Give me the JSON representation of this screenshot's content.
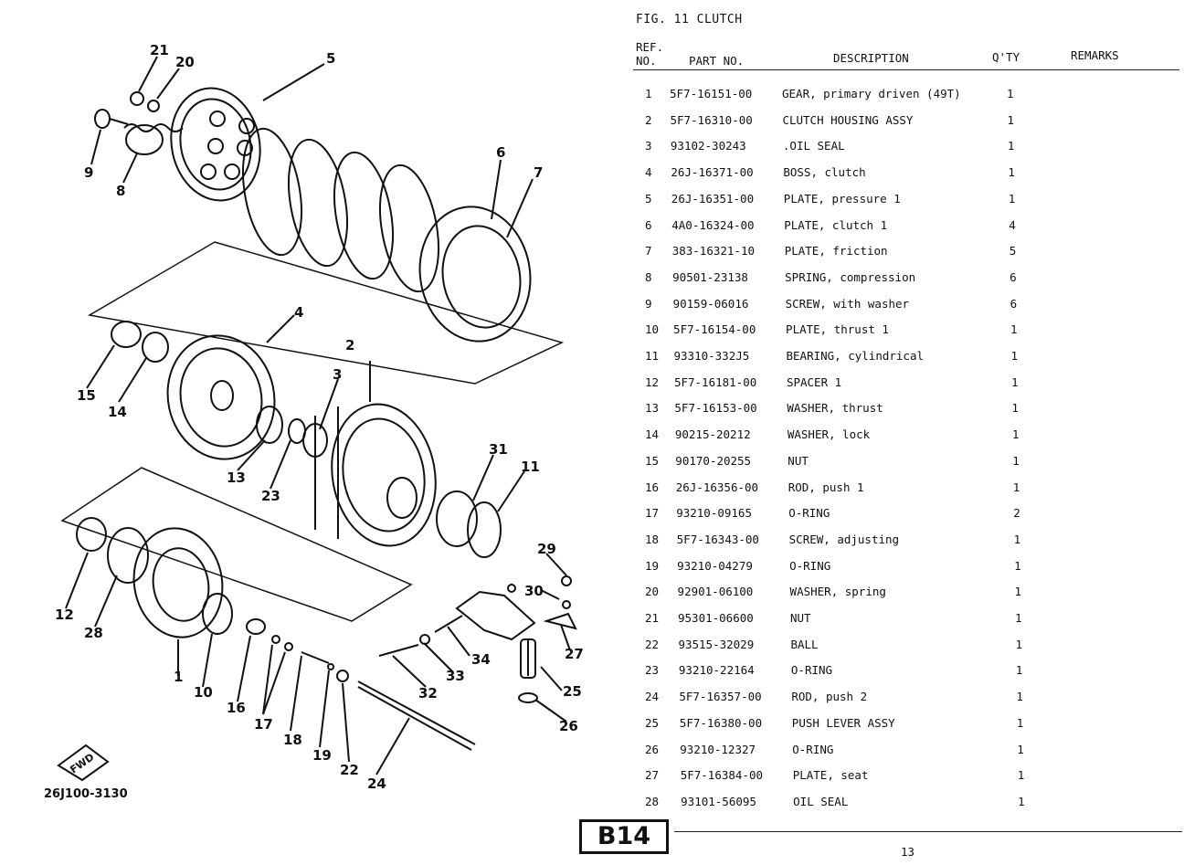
{
  "figure_title": "FIG. 11  CLUTCH",
  "drawing_code": "26J100-3130",
  "page_badge": "B14",
  "page_number": "13",
  "headers": {
    "ref": "REF.",
    "no": "NO.",
    "part_no": "PART NO.",
    "description": "DESCRIPTION",
    "qty": "Q'TY",
    "remarks": "REMARKS"
  },
  "fwd_label": "FWD",
  "callouts": [
    "1",
    "2",
    "3",
    "4",
    "5",
    "6",
    "7",
    "8",
    "9",
    "10",
    "11",
    "12",
    "13",
    "14",
    "15",
    "16",
    "17",
    "18",
    "19",
    "20",
    "21",
    "22",
    "23",
    "24",
    "25",
    "26",
    "27",
    "28",
    "29",
    "30",
    "31",
    "32",
    "33",
    "34"
  ],
  "parts": [
    {
      "ref": "1",
      "part_no": "5F7-16151-00",
      "description": "GEAR, primary driven (49T)",
      "qty": "1",
      "remarks": ""
    },
    {
      "ref": "2",
      "part_no": "5F7-16310-00",
      "description": "CLUTCH HOUSING ASSY",
      "qty": "1",
      "remarks": ""
    },
    {
      "ref": "3",
      "part_no": "93102-30243",
      "description": ".OIL SEAL",
      "qty": "1",
      "remarks": ""
    },
    {
      "ref": "4",
      "part_no": "26J-16371-00",
      "description": "BOSS, clutch",
      "qty": "1",
      "remarks": ""
    },
    {
      "ref": "5",
      "part_no": "26J-16351-00",
      "description": "PLATE, pressure 1",
      "qty": "1",
      "remarks": ""
    },
    {
      "ref": "6",
      "part_no": "4A0-16324-00",
      "description": "PLATE, clutch 1",
      "qty": "4",
      "remarks": ""
    },
    {
      "ref": "7",
      "part_no": "383-16321-10",
      "description": "PLATE, friction",
      "qty": "5",
      "remarks": ""
    },
    {
      "ref": "8",
      "part_no": "90501-23138",
      "description": "SPRING, compression",
      "qty": "6",
      "remarks": ""
    },
    {
      "ref": "9",
      "part_no": "90159-06016",
      "description": "SCREW, with washer",
      "qty": "6",
      "remarks": ""
    },
    {
      "ref": "10",
      "part_no": "5F7-16154-00",
      "description": "PLATE, thrust 1",
      "qty": "1",
      "remarks": ""
    },
    {
      "ref": "11",
      "part_no": "93310-332J5",
      "description": "BEARING, cylindrical",
      "qty": "1",
      "remarks": ""
    },
    {
      "ref": "12",
      "part_no": "5F7-16181-00",
      "description": "SPACER 1",
      "qty": "1",
      "remarks": ""
    },
    {
      "ref": "13",
      "part_no": "5F7-16153-00",
      "description": "WASHER, thrust",
      "qty": "1",
      "remarks": ""
    },
    {
      "ref": "14",
      "part_no": "90215-20212",
      "description": "WASHER, lock",
      "qty": "1",
      "remarks": ""
    },
    {
      "ref": "15",
      "part_no": "90170-20255",
      "description": "NUT",
      "qty": "1",
      "remarks": ""
    },
    {
      "ref": "16",
      "part_no": "26J-16356-00",
      "description": "ROD, push 1",
      "qty": "1",
      "remarks": ""
    },
    {
      "ref": "17",
      "part_no": "93210-09165",
      "description": "O-RING",
      "qty": "2",
      "remarks": ""
    },
    {
      "ref": "18",
      "part_no": "5F7-16343-00",
      "description": "SCREW, adjusting",
      "qty": "1",
      "remarks": ""
    },
    {
      "ref": "19",
      "part_no": "93210-04279",
      "description": "O-RING",
      "qty": "1",
      "remarks": ""
    },
    {
      "ref": "20",
      "part_no": "92901-06100",
      "description": "WASHER, spring",
      "qty": "1",
      "remarks": ""
    },
    {
      "ref": "21",
      "part_no": "95301-06600",
      "description": "NUT",
      "qty": "1",
      "remarks": ""
    },
    {
      "ref": "22",
      "part_no": "93515-32029",
      "description": "BALL",
      "qty": "1",
      "remarks": ""
    },
    {
      "ref": "23",
      "part_no": "93210-22164",
      "description": "O-RING",
      "qty": "1",
      "remarks": ""
    },
    {
      "ref": "24",
      "part_no": "5F7-16357-00",
      "description": "ROD, push 2",
      "qty": "1",
      "remarks": ""
    },
    {
      "ref": "25",
      "part_no": "5F7-16380-00",
      "description": "PUSH LEVER ASSY",
      "qty": "1",
      "remarks": ""
    },
    {
      "ref": "26",
      "part_no": "93210-12327",
      "description": "O-RING",
      "qty": "1",
      "remarks": ""
    },
    {
      "ref": "27",
      "part_no": "5F7-16384-00",
      "description": "PLATE, seat",
      "qty": "1",
      "remarks": ""
    },
    {
      "ref": "28",
      "part_no": "93101-56095",
      "description": "OIL SEAL",
      "qty": "1",
      "remarks": ""
    }
  ]
}
